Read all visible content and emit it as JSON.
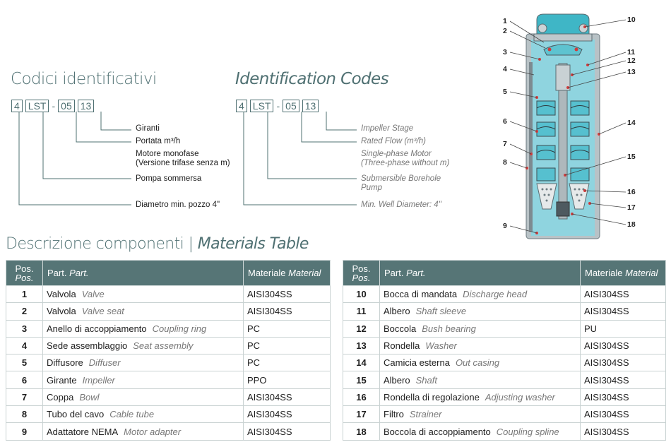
{
  "codes_it": {
    "title": "Codici identificativi",
    "boxes": [
      "4",
      "LST",
      "05",
      "13"
    ],
    "labels": [
      "Giranti",
      "Portata m³/h",
      "Motore monofase",
      "(Versione trifase senza m)",
      "Pompa sommersa",
      "Diametro min. pozzo 4\""
    ]
  },
  "codes_en": {
    "title": "Identification Codes",
    "boxes": [
      "4",
      "LST",
      "05",
      "13"
    ],
    "labels": [
      "Impeller Stage",
      "Rated Flow (m³/h)",
      "Single-phase Motor",
      "(Three-phase without m)",
      "Submersible Borehole",
      "Pump",
      "Min. Well Diameter: 4\""
    ]
  },
  "section": {
    "title_it": "Descrizione componenti",
    "separator": "|",
    "title_en": "Materials Table"
  },
  "table_headers": {
    "pos_it": "Pos.",
    "pos_en": "Pos.",
    "part_it": "Part.",
    "part_en": "Part.",
    "mat_it": "Materiale",
    "mat_en": "Material"
  },
  "table_left": [
    {
      "pos": "1",
      "it": "Valvola",
      "en": "Valve",
      "mat": "AISI304SS"
    },
    {
      "pos": "2",
      "it": "Valvola",
      "en": "Valve seat",
      "mat": "AISI304SS"
    },
    {
      "pos": "3",
      "it": "Anello di accoppiamento",
      "en": "Coupling ring",
      "mat": "PC"
    },
    {
      "pos": "4",
      "it": "Sede assemblaggio",
      "en": "Seat assembly",
      "mat": "PC"
    },
    {
      "pos": "5",
      "it": "Diffusore",
      "en": "Diffuser",
      "mat": "PC"
    },
    {
      "pos": "6",
      "it": "Girante",
      "en": "Impeller",
      "mat": "PPO"
    },
    {
      "pos": "7",
      "it": "Coppa",
      "en": "Bowl",
      "mat": "AISI304SS"
    },
    {
      "pos": "8",
      "it": "Tubo del cavo",
      "en": "Cable tube",
      "mat": "AISI304SS"
    },
    {
      "pos": "9",
      "it": "Adattatore NEMA",
      "en": "Motor adapter",
      "mat": "AISI304SS"
    }
  ],
  "table_right": [
    {
      "pos": "10",
      "it": "Bocca di mandata",
      "en": "Discharge head",
      "mat": "AISI304SS"
    },
    {
      "pos": "11",
      "it": "Albero",
      "en": "Shaft sleeve",
      "mat": "AISI304SS"
    },
    {
      "pos": "12",
      "it": "Boccola",
      "en": "Bush bearing",
      "mat": "PU"
    },
    {
      "pos": "13",
      "it": "Rondella",
      "en": "Washer",
      "mat": "AISI304SS"
    },
    {
      "pos": "14",
      "it": "Camicia esterna",
      "en": "Out casing",
      "mat": "AISI304SS"
    },
    {
      "pos": "15",
      "it": "Albero",
      "en": "Shaft",
      "mat": "AISI304SS"
    },
    {
      "pos": "16",
      "it": "Rondella di regolazione",
      "en": "Adjusting washer",
      "mat": "AISI304SS"
    },
    {
      "pos": "17",
      "it": "Filtro",
      "en": "Strainer",
      "mat": "AISI304SS"
    },
    {
      "pos": "18",
      "it": "Boccola di accoppiamento",
      "en": "Coupling spline",
      "mat": "AISI304SS"
    }
  ],
  "diagram_callouts": [
    "1",
    "2",
    "3",
    "4",
    "5",
    "6",
    "7",
    "8",
    "9",
    "10",
    "11",
    "12",
    "13",
    "14",
    "15",
    "16",
    "17",
    "18"
  ],
  "colors": {
    "accent": "#567576",
    "water": "#7fcfdc",
    "casing": "#9aa5aa"
  }
}
